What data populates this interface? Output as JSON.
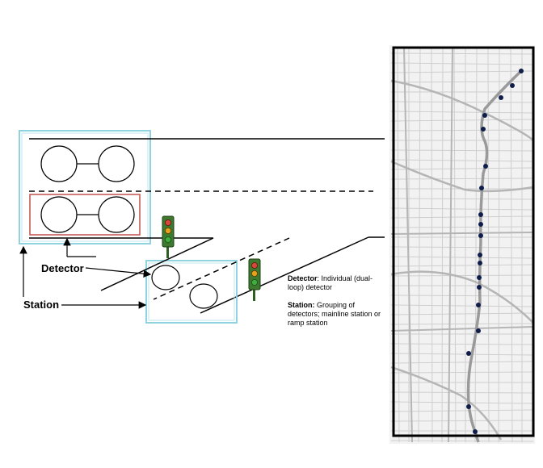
{
  "labels": {
    "detector": "Detector",
    "station": "Station"
  },
  "legend": {
    "detector_term": "Detector",
    "detector_desc": ": Individual (dual-loop) detector",
    "station_term": "Station:",
    "station_desc": " Grouping of detectors; mainline station or ramp station"
  },
  "colors": {
    "station_box": "#8fd3e0",
    "detector_box": "#c0504d",
    "signal_body": "#3d7a2f",
    "signal_red": "#d9463a",
    "signal_yellow": "#e8a21a",
    "signal_green": "#3fae3f",
    "map_dot": "#0f1d4a",
    "map_frame": "#000000"
  },
  "icons": {
    "traffic_signal": "traffic-signal-icon"
  }
}
